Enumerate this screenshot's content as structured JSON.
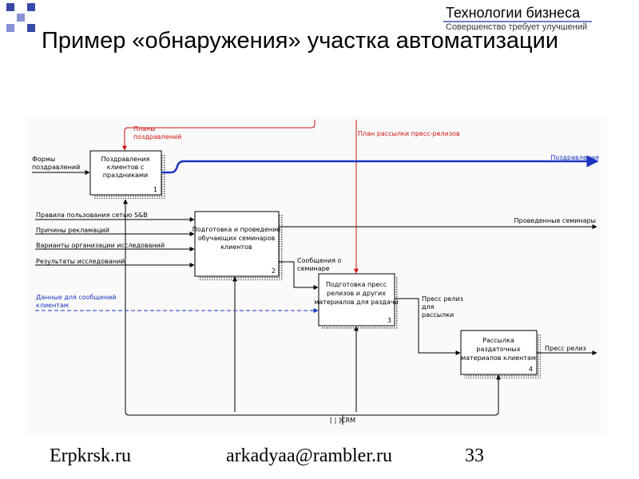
{
  "header": {
    "title": "Пример «обнаружения» участка автоматизации",
    "logo_title": "Технологии бизнеса",
    "logo_subtitle": "Совершенство требует улучшений"
  },
  "colors": {
    "accent": "#2b3fa8",
    "red_arrow": "#d01010",
    "blue_arrow": "#1a33c2",
    "diagram_bg": "#fafafa"
  },
  "diagram": {
    "boxes": [
      {
        "lines": [
          "Поздравления",
          "клиентов с",
          "праздниками"
        ],
        "num": "1"
      },
      {
        "lines": [
          "Подготовка и проведение",
          "обучающих семинаров",
          "клиентов"
        ],
        "num": "2"
      },
      {
        "lines": [
          "Подготовка пресс",
          "релизов и других",
          "материалов для раздачи"
        ],
        "num": "3"
      },
      {
        "lines": [
          "Рассылка",
          "раздаточных",
          "материалов клиентам"
        ],
        "num": "4"
      }
    ],
    "labels": {
      "formy": [
        "Формы",
        "поздравлений"
      ],
      "plany": [
        "Планы",
        "поздравлений"
      ],
      "plan_rassylki": "План рассылки пресс-релизов",
      "pozdravleniya": "Поздравления",
      "pravila": "Правила пользования сетью S&B",
      "prichiny": "Причины рекламаций",
      "varianty": "Варианты организации исследований",
      "rezultaty": "Результаты исследований",
      "provedennye": "Проведенные семинары",
      "soobsheniya": [
        "Сообщения о",
        "семинаре"
      ],
      "dannye": [
        "Данные для сообщений",
        "клиентам"
      ],
      "press_reliz_dlya": [
        "Пресс релиз",
        "для",
        "рассылки"
      ],
      "press_reliz": "Пресс релиз",
      "crm": "[ | ]CRM"
    }
  },
  "footer": {
    "site": "Erpkrsk.ru",
    "email": "arkadyaa@rambler.ru",
    "page": "33"
  }
}
